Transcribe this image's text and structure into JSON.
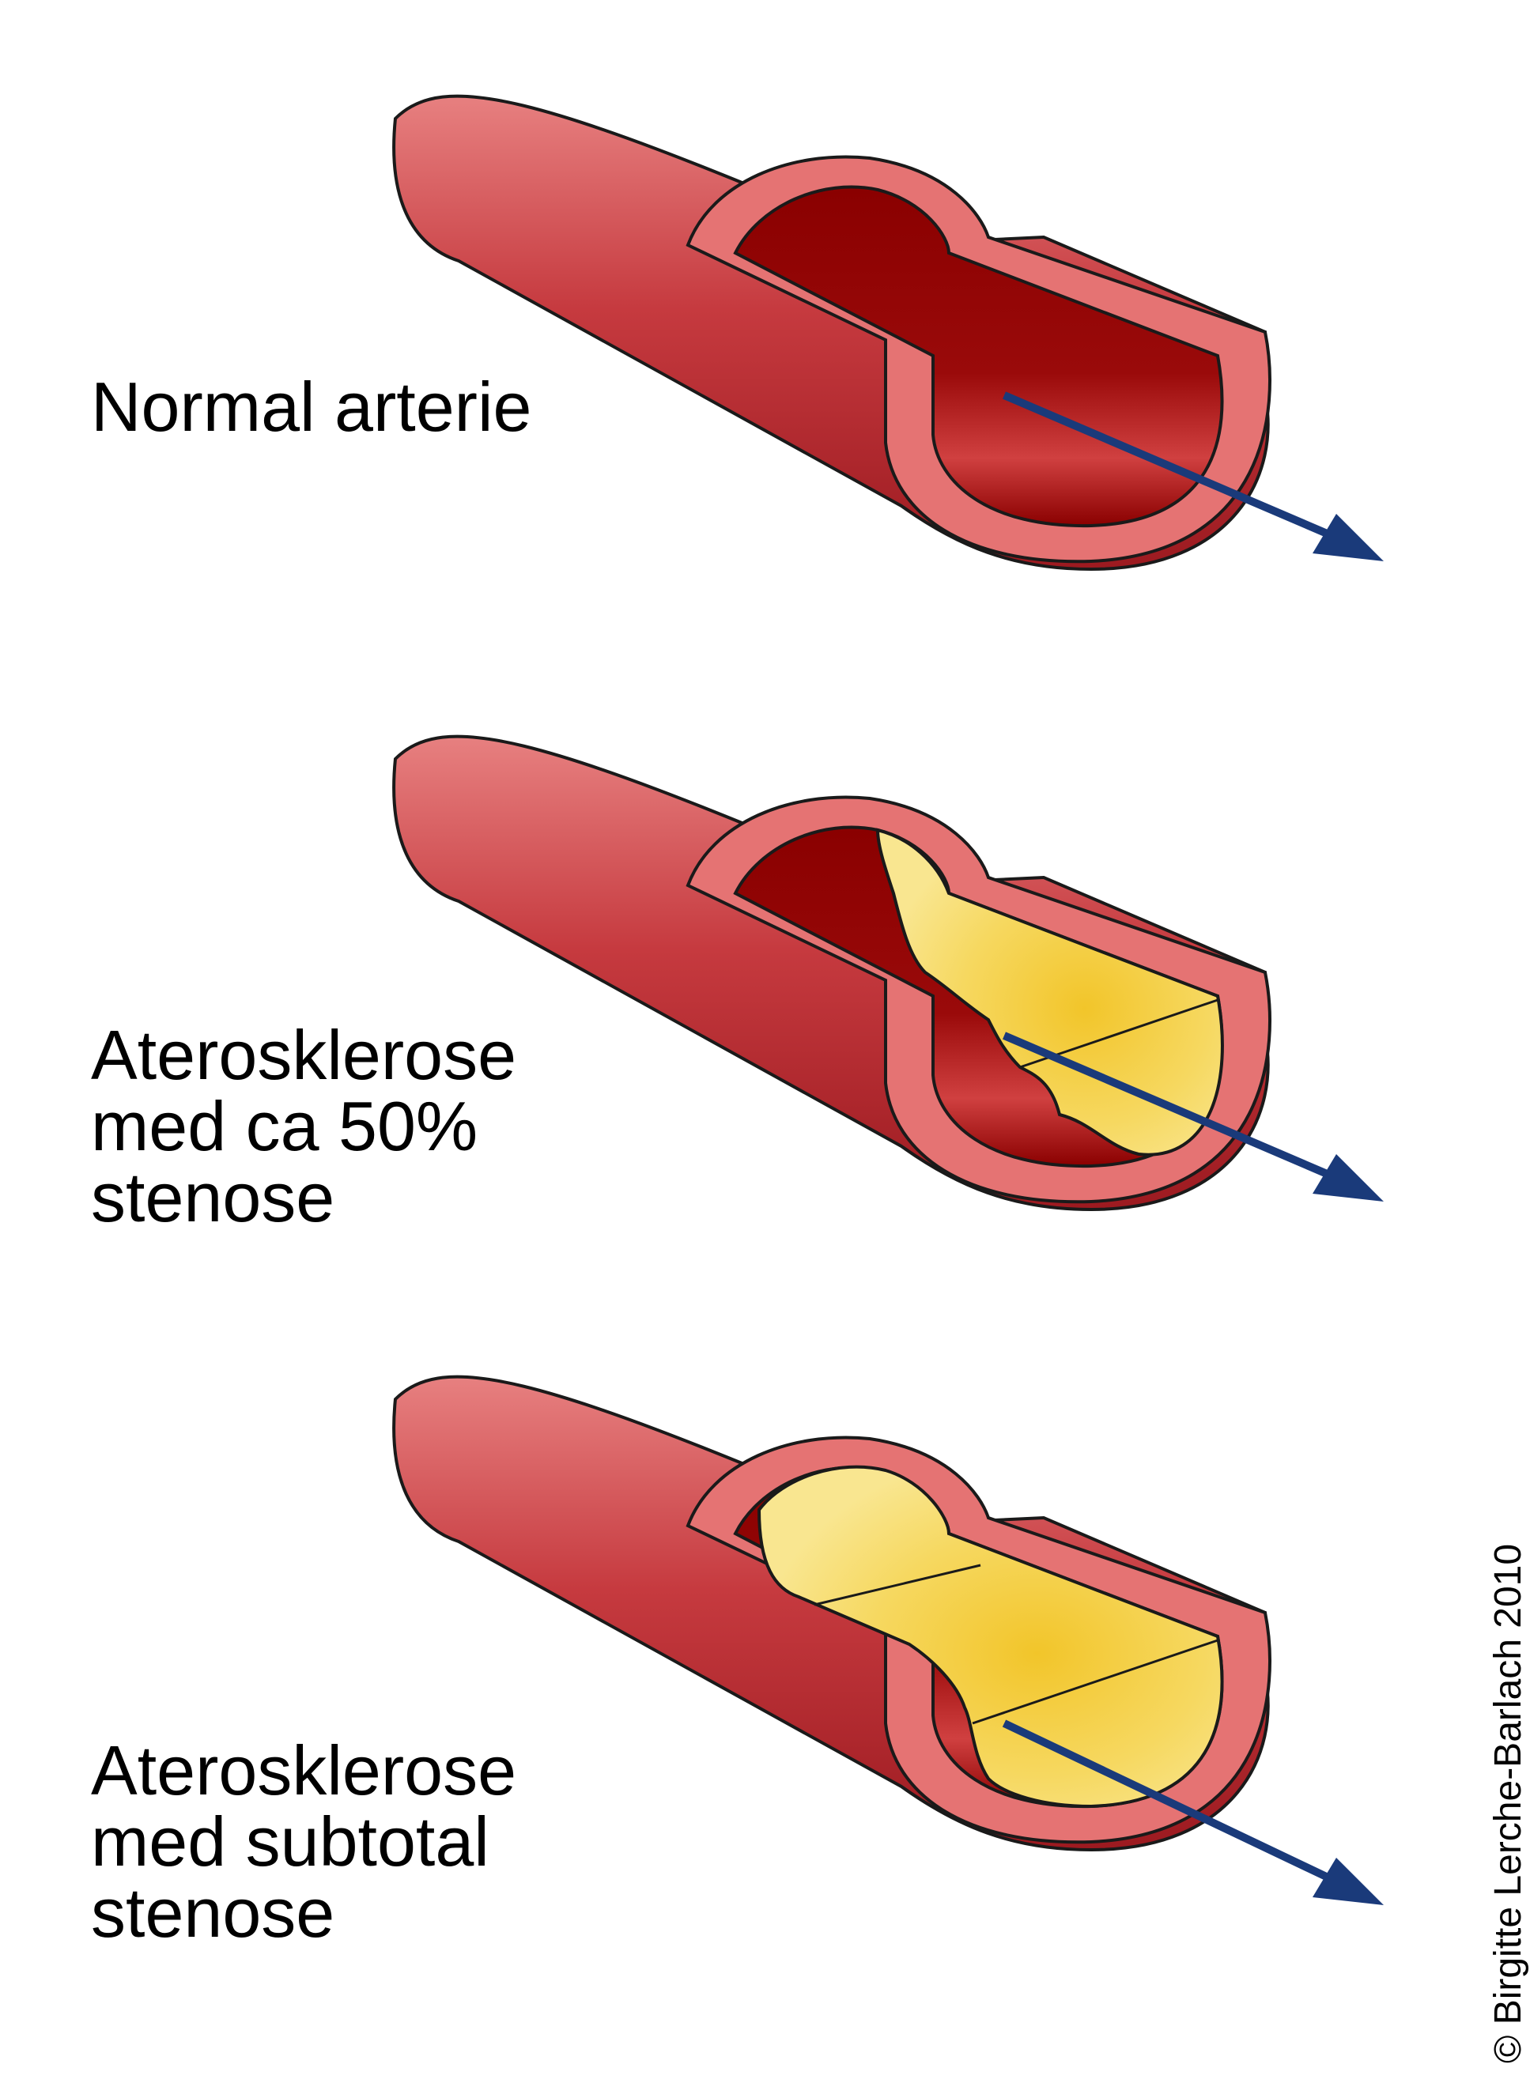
{
  "panels": [
    {
      "id": "normal",
      "label_lines": [
        "Normal arterie"
      ]
    },
    {
      "id": "stenosis-50",
      "label_lines": [
        "Aterosklerose",
        "med ca 50%",
        "stenose"
      ]
    },
    {
      "id": "stenosis-subtotal",
      "label_lines": [
        "Aterosklerose",
        "med subtotal",
        "stenose"
      ]
    }
  ],
  "copyright": "© Birgitte Lerche-Barlach 2010",
  "colors": {
    "vessel_light": "#e06c6c",
    "vessel_dark": "#a51e23",
    "lumen": "#8f0000",
    "wall_section": "#e57373",
    "plaque": "#f7dd73",
    "plaque_core": "#f3c935",
    "flow_arrow": "#1a3a7a",
    "outline": "#1a1a1a"
  }
}
